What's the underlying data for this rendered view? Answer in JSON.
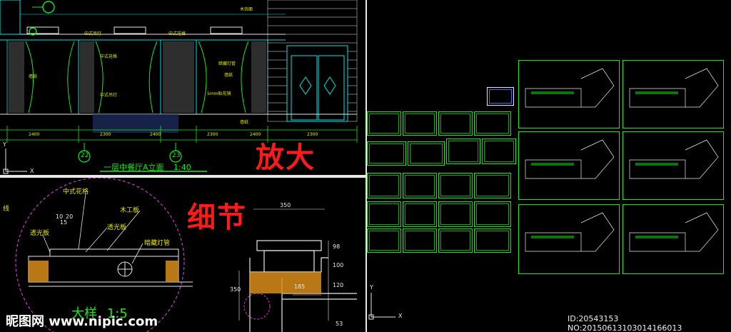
{
  "elevation": {
    "title": "一层中餐厅A立面",
    "scale": "1:40",
    "axis_markers": [
      "22",
      "23"
    ],
    "dimensions": [
      "2400",
      "2300",
      "2400",
      "2300",
      "2400",
      "2300"
    ],
    "callouts": [
      "中式吊灯",
      "中式花格",
      "中式花格",
      "暗藏灯管",
      "墙纸",
      "中式吊灯",
      "墙纸",
      "5mm贴花镜",
      "木饰面",
      "墙纸"
    ]
  },
  "overlay": {
    "zoom_label": "放大",
    "detail_label": "细节"
  },
  "detail": {
    "title": "大样",
    "scale": "1:5",
    "labels": {
      "lattice": "中式花格",
      "wood_board": "木工板",
      "light_board_left": "透光板",
      "light_board_right": "透光板",
      "hidden_tube": "暗藏灯管",
      "cut_left": "线"
    },
    "dims": {
      "d10": "10",
      "d20": "20",
      "d15": "15",
      "d350_top": "350",
      "d98": "98",
      "d100": "100",
      "d120": "120",
      "d185": "185",
      "d350_left": "350",
      "d53": "53"
    }
  },
  "axes": {
    "y": "Y",
    "x": "X"
  },
  "watermark": {
    "site": "昵图网 www.nipic.com",
    "id_text": "ID:20543153 NO:20150613103014166013"
  },
  "colors": {
    "background": "#000000",
    "cad_green": "#18e818",
    "cad_cyan": "#00e5e5",
    "cad_yellow": "#e6e600",
    "cad_white": "#e8e8e8",
    "accent_red": "#ff1a1a",
    "magenta_circle": "#c040c0"
  }
}
